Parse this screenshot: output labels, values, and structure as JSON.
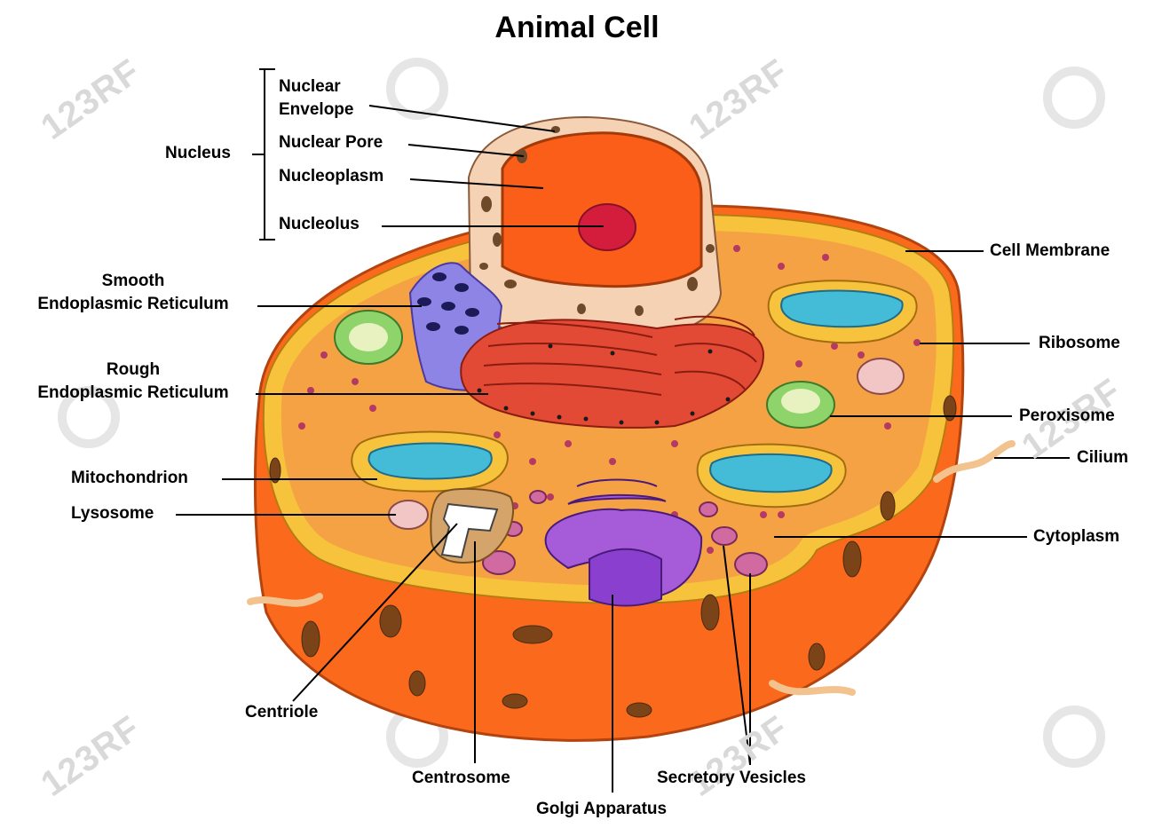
{
  "title": "Animal Cell",
  "labels": {
    "nucleus": "Nucleus",
    "nuclear_envelope": "Nuclear\nEnvelope",
    "nuclear_pore": "Nuclear Pore",
    "nucleoplasm": "Nucleoplasm",
    "nucleolus": "Nucleolus",
    "smooth_er": "Smooth\nEndoplasmic Reticulum",
    "rough_er": "Rough\nEndoplasmic Reticulum",
    "mitochondrion": "Mitochondrion",
    "lysosome": "Lysosome",
    "centriole": "Centriole",
    "centrosome": "Centrosome",
    "golgi": "Golgi Apparatus",
    "secretory_vesicles": "Secretory Vesicles",
    "cell_membrane": "Cell Membrane",
    "ribosome": "Ribosome",
    "peroxisome": "Peroxisome",
    "cilium": "Cilium",
    "cytoplasm": "Cytoplasm"
  },
  "watermark": "123RF",
  "colors": {
    "cell_outer": "#fb6a1c",
    "membrane": "#f8c33c",
    "cytoplasm": "#f5a244",
    "nuclear_envelope": "#f6d2b4",
    "nucleoplasm": "#fa5e18",
    "nucleolus": "#d41c3c",
    "rough_er": "#e34a36",
    "smooth_er": "#8d84e6",
    "golgi": "#a65bd9",
    "mitochondria_inner": "#44bcd8",
    "peroxisome": "#8fd36b",
    "lysosome": "#f3c6c6"
  }
}
